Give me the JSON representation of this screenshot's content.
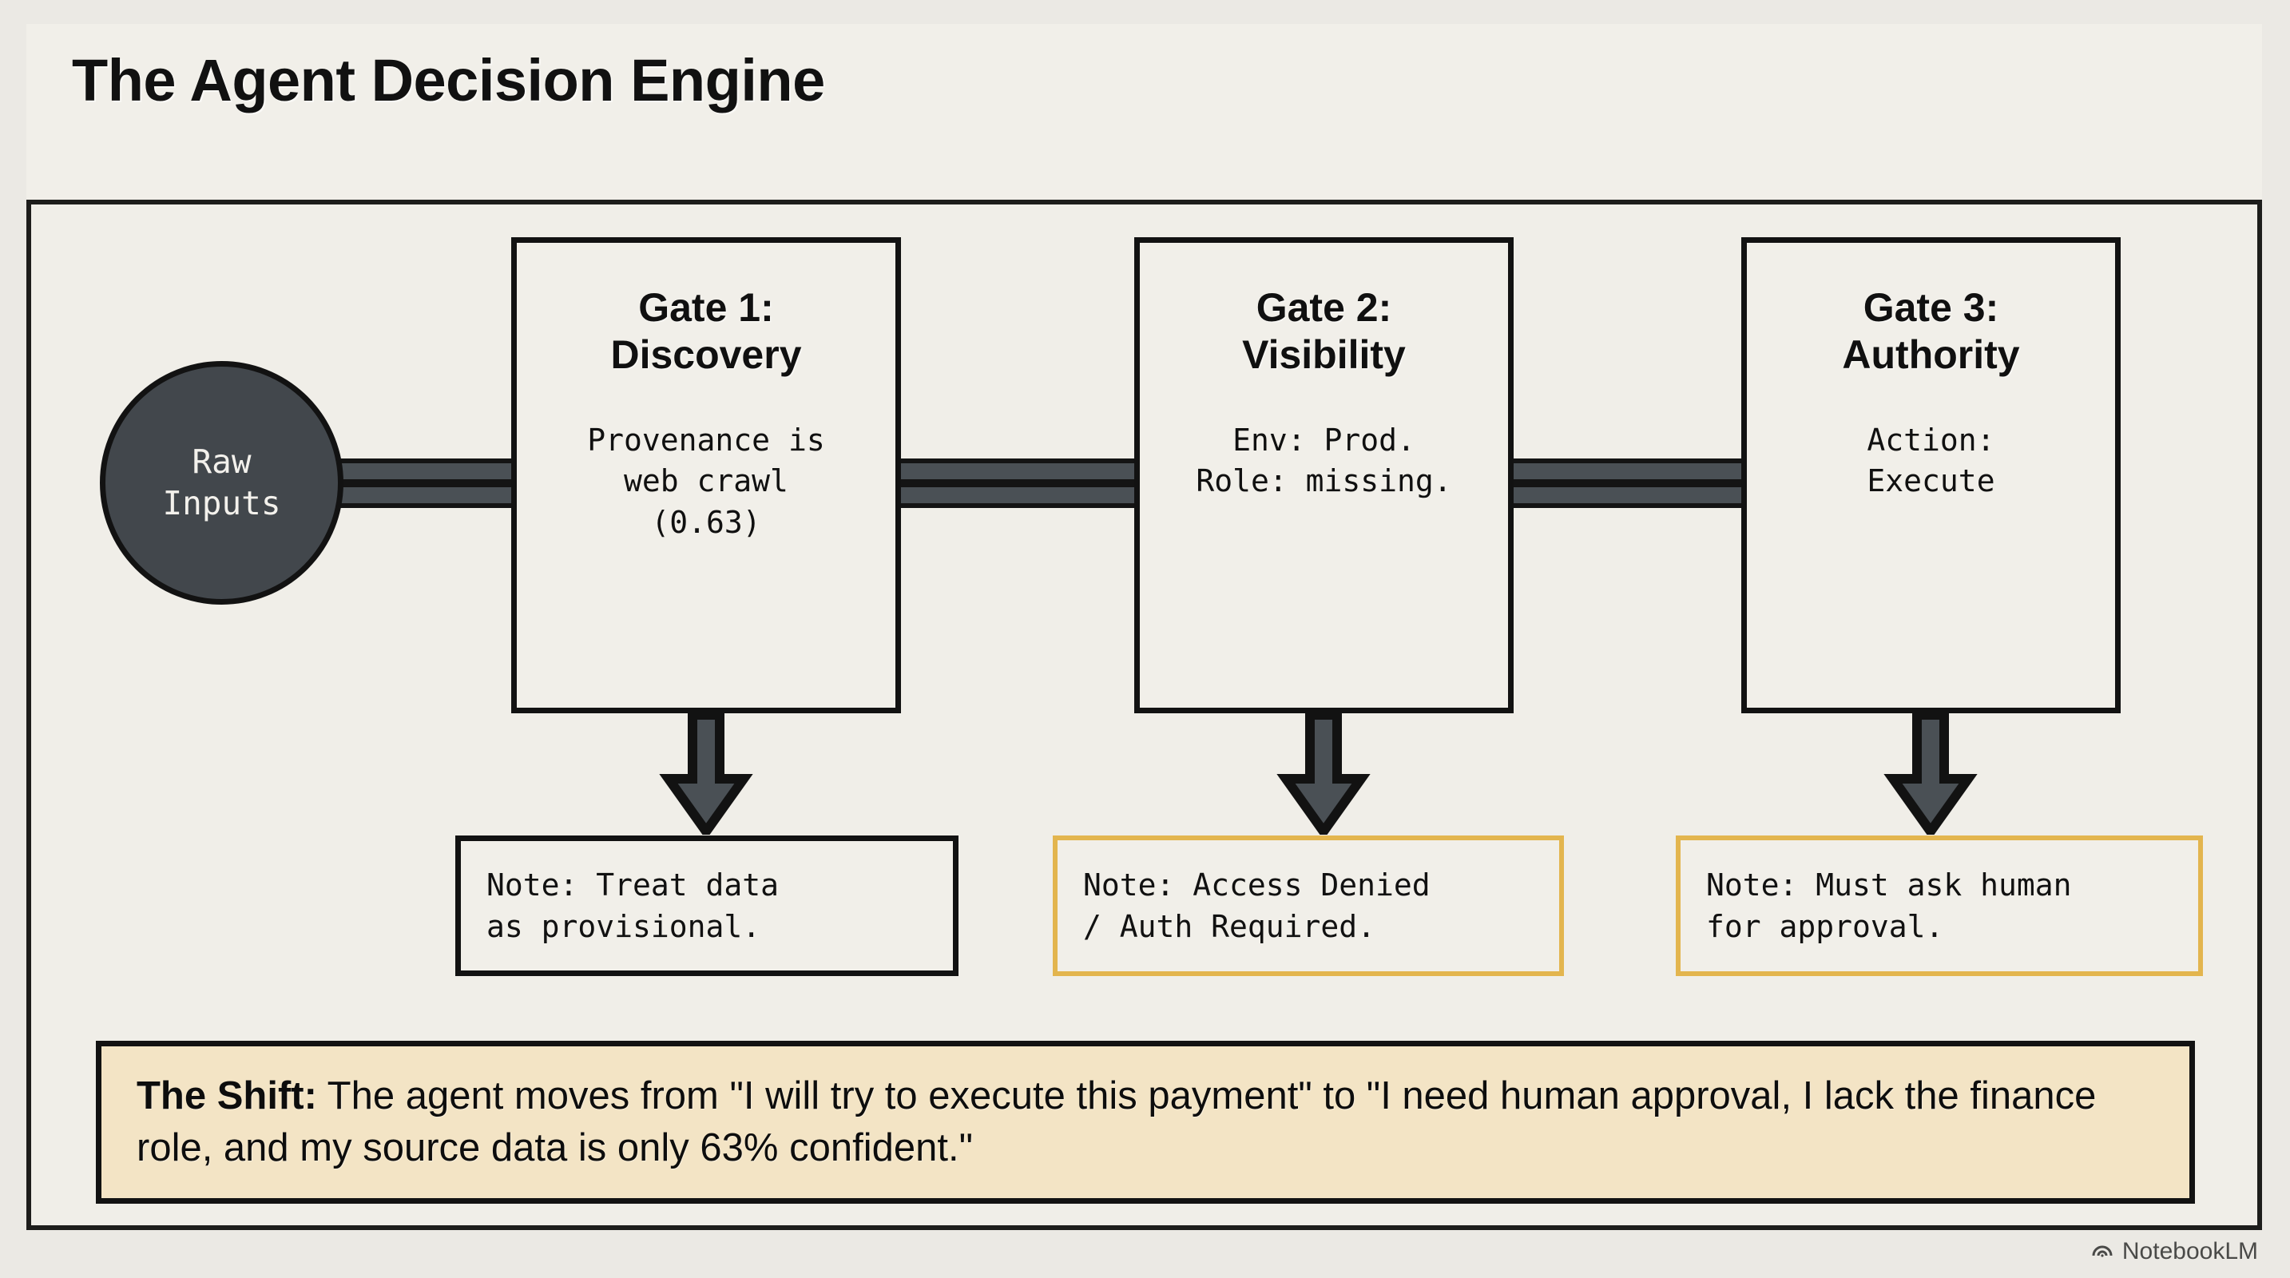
{
  "page": {
    "title": "The Agent Decision Engine",
    "watermark": "NotebookLM",
    "watermark_icon": "notebooklm-spiral-icon"
  },
  "colors": {
    "background": "#ebe9e4",
    "panel": "#f1efe9",
    "ink": "#121212",
    "node_fill": "#42474c",
    "pipe_fill": "#4a5055",
    "accent_amber": "#e3b54e",
    "banner_fill": "#f3e4c5"
  },
  "source_node": {
    "label_line1": "Raw",
    "label_line2": "Inputs"
  },
  "gates": [
    {
      "title_line1": "Gate 1:",
      "title_line2": "Discovery",
      "body": "Provenance is\nweb crawl\n(0.63)"
    },
    {
      "title_line1": "Gate 2:",
      "title_line2": "Visibility",
      "body": "Env: Prod.\nRole: missing."
    },
    {
      "title_line1": "Gate 3:",
      "title_line2": "Authority",
      "body": "Action:\nExecute"
    }
  ],
  "notes": [
    {
      "text": "Note: Treat data\nas provisional.",
      "style": "black"
    },
    {
      "text": "Note: Access Denied\n/ Auth Required.",
      "style": "amber"
    },
    {
      "text": "Note: Must ask human\nfor approval.",
      "style": "amber"
    }
  ],
  "banner": {
    "lead": "The Shift:",
    "body": " The agent moves from \"I will try to execute this payment\" to \"I need human approval, I lack the finance role, and my source data is only 63% confident.\""
  }
}
